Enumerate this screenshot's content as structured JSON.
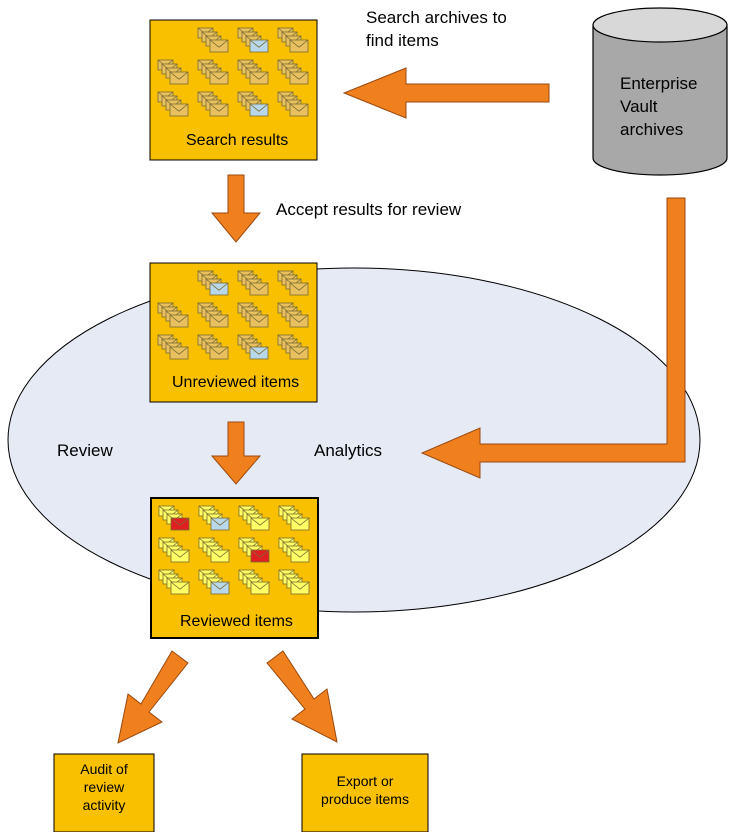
{
  "labels": {
    "search_archives": "Search archives to find items",
    "search_archives_line1": "Search archives to",
    "search_archives_line2": "find items",
    "accept_results": "Accept results for review",
    "review": "Review",
    "analytics": "Analytics"
  },
  "cylinder": {
    "line1": "Enterprise",
    "line2": "Vault",
    "line3": "archives"
  },
  "boxes": {
    "search_results": "Search results",
    "unreviewed_items": "Unreviewed items",
    "reviewed_items": "Reviewed items",
    "audit_line1": "Audit of",
    "audit_line2": "review",
    "audit_line3": "activity",
    "export_line1": "Export or",
    "export_line2": "produce items"
  },
  "colors": {
    "box_fill": "#f9c000",
    "box_fill_light": "#ffc800",
    "arrow_fill": "#f07f1d",
    "arrow_stroke": "#9a4a10",
    "ellipse_fill": "#e6eaf5",
    "cylinder_fill": "#a8a8a8",
    "cylinder_top": "#d8d8d8",
    "envelope_tan": "#e8c060",
    "envelope_yellow": "#ffff66",
    "envelope_blue": "#b9d7ea",
    "envelope_red": "#e02020"
  },
  "envelope_grids": {
    "search_results": {
      "style": "tan",
      "blue_cells": [
        1,
        9
      ]
    },
    "unreviewed_items": {
      "style": "tan",
      "blue_cells": [
        0,
        9
      ]
    },
    "reviewed_items": {
      "style": "yellow",
      "blue_cells": [
        1,
        9
      ],
      "red_cells": [
        0,
        6
      ]
    }
  }
}
